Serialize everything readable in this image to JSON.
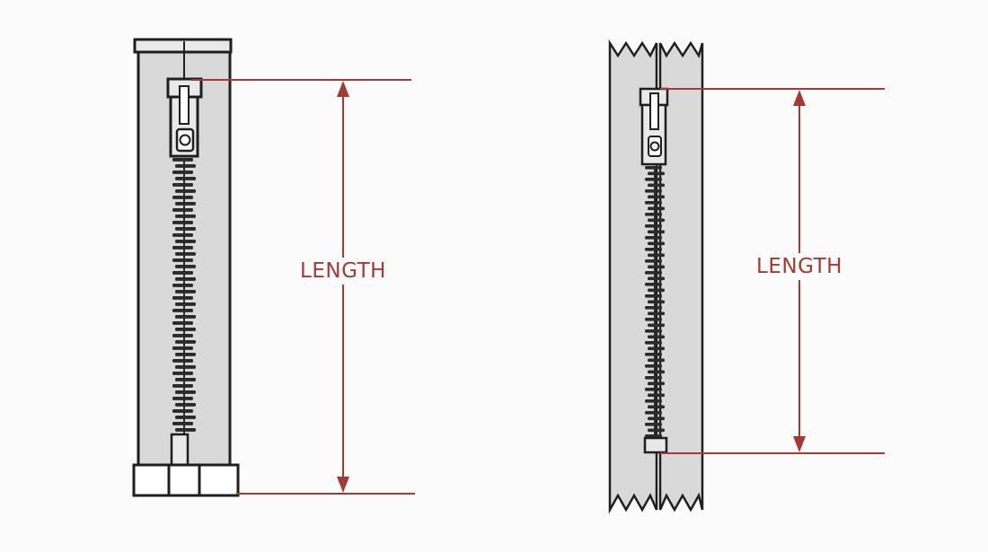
{
  "colors": {
    "background": "#fbfbfb",
    "tape": "#d9d9d9",
    "outline": "#1f1f1f",
    "teeth": "#2a2a2a",
    "metal": "#e9e9e9",
    "dimension": "#a23a36"
  },
  "diagrams": [
    {
      "id": "closed-end-zipper",
      "length_label": "LENGTH",
      "top_stop": "top-bar",
      "bottom_stop": "box-and-pin"
    },
    {
      "id": "continuous-zipper",
      "length_label": "LENGTH",
      "top_stop": "none",
      "bottom_stop": "small-stop",
      "tape_ends": "zigzag-cut"
    }
  ]
}
